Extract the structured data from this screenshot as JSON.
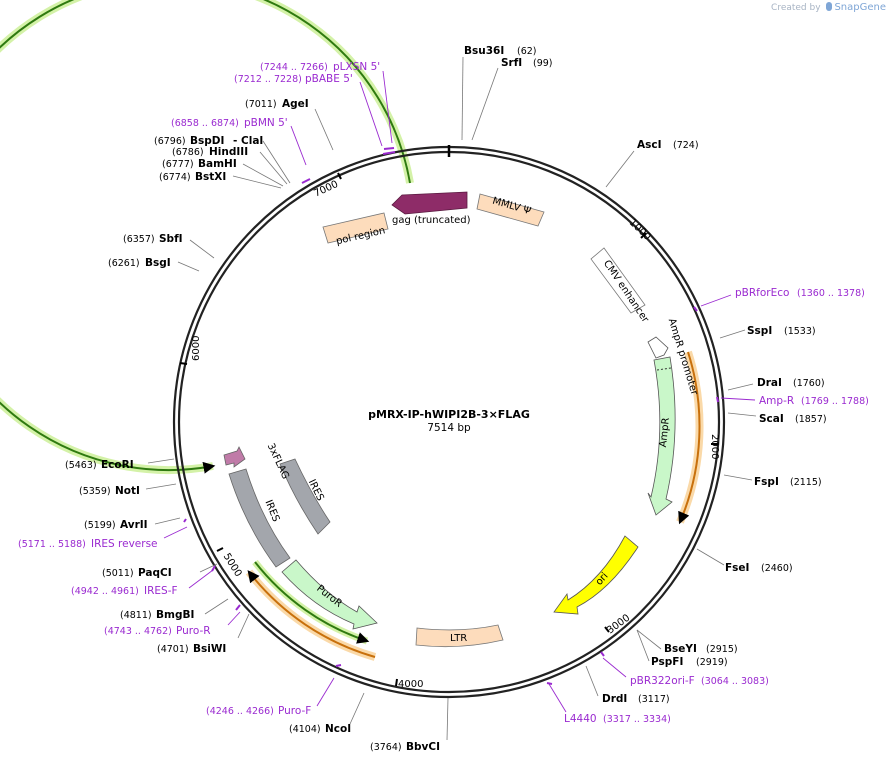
{
  "credit": {
    "prefix": "Created by",
    "brand": "SnapGene"
  },
  "plasmid": {
    "name": "pMRX-IP-hWIPI2B-3×FLAG",
    "size_label": "7514 bp",
    "length": 7514
  },
  "ticks": [
    "1000",
    "2000",
    "3000",
    "4000",
    "5000",
    "6000",
    "7000"
  ],
  "sites": [
    {
      "name": "Bsu36I",
      "pos": "(62)"
    },
    {
      "name": "SrfI",
      "pos": "(99)"
    },
    {
      "name": "AscI",
      "pos": "(724)"
    },
    {
      "name": "SspI",
      "pos": "(1533)"
    },
    {
      "name": "DraI",
      "pos": "(1760)"
    },
    {
      "name": "ScaI",
      "pos": "(1857)"
    },
    {
      "name": "FspI",
      "pos": "(2115)"
    },
    {
      "name": "FseI",
      "pos": "(2460)"
    },
    {
      "name": "BseYI",
      "pos": "(2915)"
    },
    {
      "name": "PspFI",
      "pos": "(2919)"
    },
    {
      "name": "DrdI",
      "pos": "(3117)"
    },
    {
      "name": "BbvCI",
      "pos": "(3764)"
    },
    {
      "name": "NcoI",
      "pos": "(4104)"
    },
    {
      "name": "BsiWI",
      "pos": "(4701)"
    },
    {
      "name": "BmgBI",
      "pos": "(4811)"
    },
    {
      "name": "PaqCI",
      "pos": "(5011)"
    },
    {
      "name": "AvrII",
      "pos": "(5199)"
    },
    {
      "name": "NotI",
      "pos": "(5359)"
    },
    {
      "name": "EcoRI",
      "pos": "(5463)"
    },
    {
      "name": "BsgI",
      "pos": "(6261)"
    },
    {
      "name": "SbfI",
      "pos": "(6357)"
    },
    {
      "name": "BstXI",
      "pos": "(6774)"
    },
    {
      "name": "BamHI",
      "pos": "(6777)"
    },
    {
      "name": "HindIII",
      "pos": "(6786)"
    },
    {
      "name": "BspDI",
      "pos": "(6796)"
    },
    {
      "name": "- ClaI",
      "pos": ""
    },
    {
      "name": "AgeI",
      "pos": "(7011)"
    }
  ],
  "primers": [
    {
      "name": "pLXSN 5'",
      "pos": "(7244 .. 7266)"
    },
    {
      "name": "pBABE 5'",
      "pos": "(7212 .. 7228)"
    },
    {
      "name": "pBMN 5'",
      "pos": "(6858 .. 6874)"
    },
    {
      "name": "pBRforEco",
      "pos": "(1360 .. 1378)"
    },
    {
      "name": "Amp-R",
      "pos": "(1769 .. 1788)"
    },
    {
      "name": "pBR322ori-F",
      "pos": "(3064 .. 3083)"
    },
    {
      "name": "L4440",
      "pos": "(3317 .. 3334)"
    },
    {
      "name": "Puro-F",
      "pos": "(4246 .. 4266)"
    },
    {
      "name": "Puro-R",
      "pos": "(4743 .. 4762)"
    },
    {
      "name": "IRES-F",
      "pos": "(4942 .. 4961)"
    },
    {
      "name": "IRES reverse",
      "pos": "(5171 .. 5188)"
    }
  ],
  "features": [
    {
      "name": "MMLV Ψ"
    },
    {
      "name": "gag (truncated)"
    },
    {
      "name": "pol region"
    },
    {
      "name": "CMV enhancer"
    },
    {
      "name": "AmpR promoter"
    },
    {
      "name": "AmpR"
    },
    {
      "name": "ori"
    },
    {
      "name": "LTR"
    },
    {
      "name": "PuroR"
    },
    {
      "name": "IRES"
    },
    {
      "name": "IRES"
    },
    {
      "name": "3xFLAG"
    }
  ],
  "colors": {
    "backbone": "#222222",
    "primer": "#9a2ad0",
    "retro": "#fddcbc",
    "gag": "#8e2c68",
    "ampr": "#c9f7c9",
    "ori": "#ffff00",
    "ires": "#a3a6ac",
    "flag": "#c07ba8",
    "orf_outline": "#2f7a10",
    "orf_glow": "#d4f2a8",
    "orange": "#c8700c",
    "orange_glow": "#fad9a8"
  }
}
